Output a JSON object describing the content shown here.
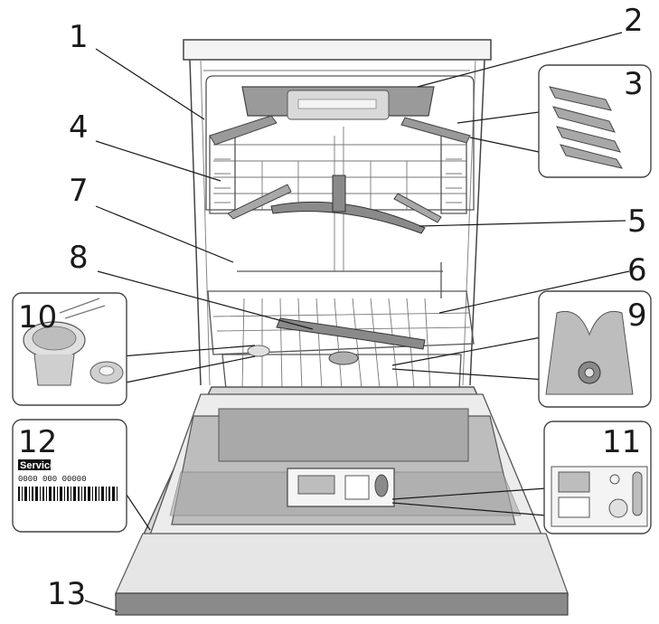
{
  "callouts": {
    "c1": "1",
    "c2": "2",
    "c3": "3",
    "c4": "4",
    "c5": "5",
    "c6": "6",
    "c7": "7",
    "c8": "8",
    "c9": "9",
    "c10": "10",
    "c11": "11",
    "c12": "12",
    "c13": "13"
  },
  "label_12": {
    "service": "Service:",
    "number": "0000 000 00000"
  },
  "colors": {
    "outline": "#1a1a1a",
    "gray_fill": "#bdbdbd",
    "light_gray": "#e3e3e3",
    "dark_gray": "#8a8a8a"
  }
}
